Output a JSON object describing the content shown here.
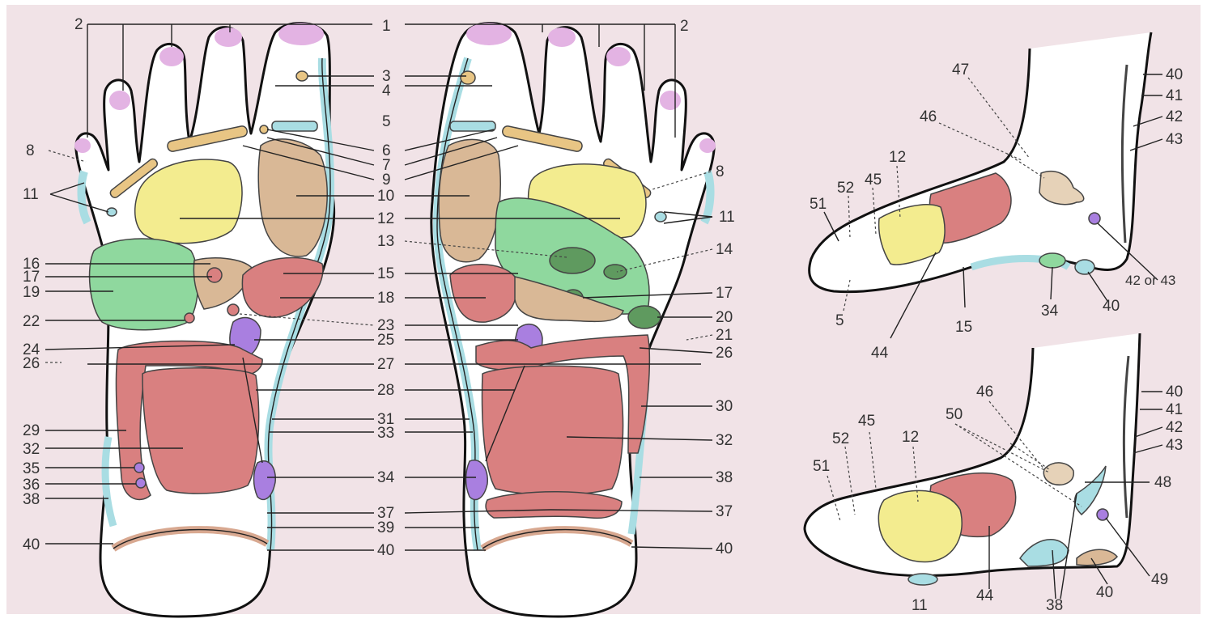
{
  "colors": {
    "background": "#f1e3e7",
    "toe_head": "#e3b3e3",
    "yellow": "#f3ec8f",
    "tan": "#d9b896",
    "green": "#8fd89e",
    "dark_green": "#5f9a5f",
    "red": "#d98080",
    "blue": "#a9dde3",
    "purple": "#a97fe0",
    "orange": "#e8c584",
    "heel_band": "#d8a890"
  },
  "left_sole": {
    "labels_left": [
      "2",
      "8",
      "11",
      "16",
      "17",
      "19",
      "22",
      "24",
      "26",
      "29",
      "32",
      "35",
      "36",
      "38",
      "40"
    ]
  },
  "center": {
    "labels": [
      "1",
      "3",
      "4",
      "5",
      "6",
      "7",
      "9",
      "10",
      "12",
      "13",
      "15",
      "18",
      "23",
      "25",
      "27",
      "28",
      "31",
      "33",
      "34",
      "37",
      "39",
      "40"
    ]
  },
  "right_sole": {
    "labels_right": [
      "2",
      "8",
      "11",
      "14",
      "17",
      "20",
      "21",
      "26",
      "30",
      "32",
      "38",
      "37",
      "40"
    ]
  },
  "lateral_view": {
    "labels": [
      "47",
      "46",
      "12",
      "45",
      "52",
      "51",
      "5",
      "15",
      "44",
      "34",
      "40",
      "40",
      "41",
      "42",
      "43",
      "42 or 43"
    ]
  },
  "medial_view": {
    "labels": [
      "46",
      "45",
      "12",
      "50",
      "52",
      "51",
      "11",
      "44",
      "38",
      "40",
      "49",
      "48",
      "40",
      "41",
      "42",
      "43"
    ]
  }
}
